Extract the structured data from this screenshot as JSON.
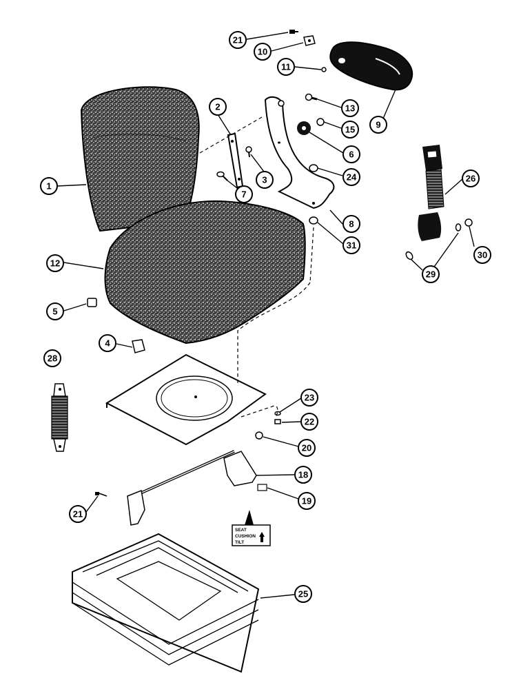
{
  "callouts": [
    {
      "id": "c21a",
      "label": "21"
    },
    {
      "id": "c10",
      "label": "10"
    },
    {
      "id": "c11",
      "label": "11"
    },
    {
      "id": "c13",
      "label": "13"
    },
    {
      "id": "c15",
      "label": "15"
    },
    {
      "id": "c9",
      "label": "9"
    },
    {
      "id": "c2",
      "label": "2"
    },
    {
      "id": "c6",
      "label": "6"
    },
    {
      "id": "c3",
      "label": "3"
    },
    {
      "id": "c24",
      "label": "24"
    },
    {
      "id": "c1",
      "label": "1"
    },
    {
      "id": "c7",
      "label": "7"
    },
    {
      "id": "c26",
      "label": "26"
    },
    {
      "id": "c8",
      "label": "8"
    },
    {
      "id": "c31",
      "label": "31"
    },
    {
      "id": "c12",
      "label": "12"
    },
    {
      "id": "c29",
      "label": "29"
    },
    {
      "id": "c30",
      "label": "30"
    },
    {
      "id": "c5",
      "label": "5"
    },
    {
      "id": "c4",
      "label": "4"
    },
    {
      "id": "c28",
      "label": "28"
    },
    {
      "id": "c23",
      "label": "23"
    },
    {
      "id": "c22",
      "label": "22"
    },
    {
      "id": "c20",
      "label": "20"
    },
    {
      "id": "c18",
      "label": "18"
    },
    {
      "id": "c19",
      "label": "19"
    },
    {
      "id": "c21b",
      "label": "21"
    },
    {
      "id": "c25",
      "label": "25"
    }
  ],
  "decal": {
    "line1": "SEAT",
    "line2": "CUSHION",
    "line3": "TILT"
  }
}
